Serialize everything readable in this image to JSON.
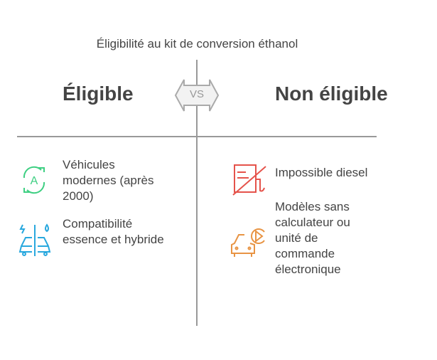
{
  "title": "Éligibilité au kit de conversion éthanol",
  "vs_label": "VS",
  "left": {
    "heading": "Éligible",
    "color": "#2ecc7a",
    "items": [
      {
        "icon": "automatic-cycle-icon",
        "text": "Véhicules modernes (après 2000)"
      },
      {
        "icon": "car-fuel-hybrid-icon",
        "text": "Compatibilité essence et hybride"
      }
    ]
  },
  "right": {
    "heading": "Non éligible",
    "items": [
      {
        "icon": "no-diesel-icon",
        "text": "Impossible diesel"
      },
      {
        "icon": "car-play-icon",
        "text": "Modèles sans calculateur ou unité de commande électronique"
      }
    ]
  }
}
